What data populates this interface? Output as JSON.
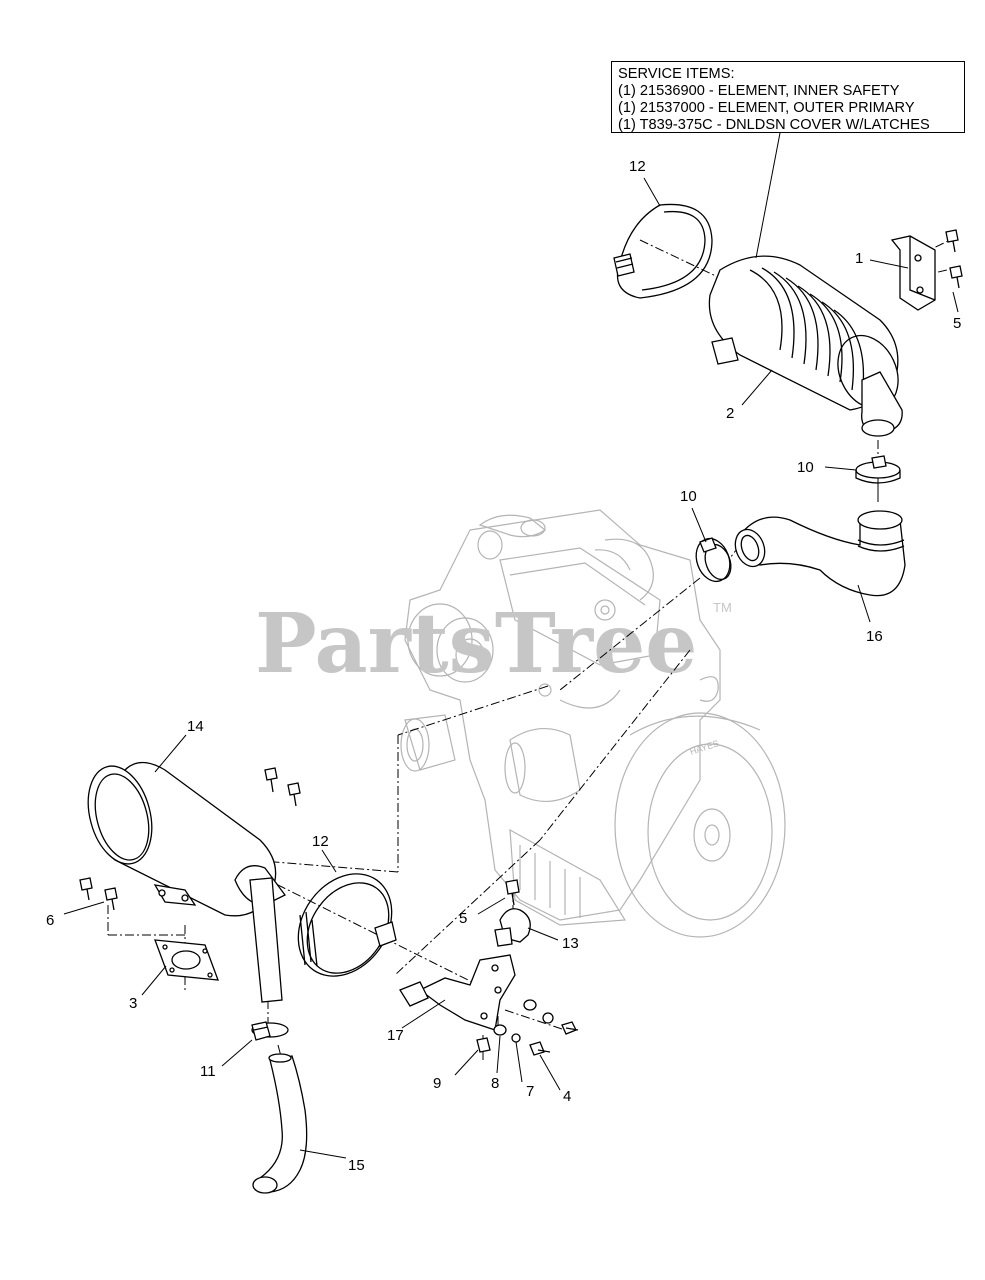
{
  "service_items": {
    "heading": "SERVICE ITEMS:",
    "lines": [
      "(1) 21536900 - ELEMENT, INNER SAFETY",
      "(1) 21537000 - ELEMENT, OUTER PRIMARY",
      "(1) T839-375C - DNLDSN COVER W/LATCHES"
    ]
  },
  "watermark": {
    "text": "PartsTree",
    "tm": "TM"
  },
  "engine_badge": "HAYES",
  "callouts": [
    {
      "id": "c1",
      "label": "1"
    },
    {
      "id": "c2",
      "label": "2"
    },
    {
      "id": "c3",
      "label": "3"
    },
    {
      "id": "c4",
      "label": "4"
    },
    {
      "id": "c5a",
      "label": "5"
    },
    {
      "id": "c5b",
      "label": "5"
    },
    {
      "id": "c6",
      "label": "6"
    },
    {
      "id": "c7",
      "label": "7"
    },
    {
      "id": "c8",
      "label": "8"
    },
    {
      "id": "c9",
      "label": "9"
    },
    {
      "id": "c10a",
      "label": "10"
    },
    {
      "id": "c10b",
      "label": "10"
    },
    {
      "id": "c11",
      "label": "11"
    },
    {
      "id": "c12a",
      "label": "12"
    },
    {
      "id": "c12b",
      "label": "12"
    },
    {
      "id": "c13",
      "label": "13"
    },
    {
      "id": "c14",
      "label": "14"
    },
    {
      "id": "c15",
      "label": "15"
    },
    {
      "id": "c16",
      "label": "16"
    },
    {
      "id": "c17",
      "label": "17"
    }
  ]
}
